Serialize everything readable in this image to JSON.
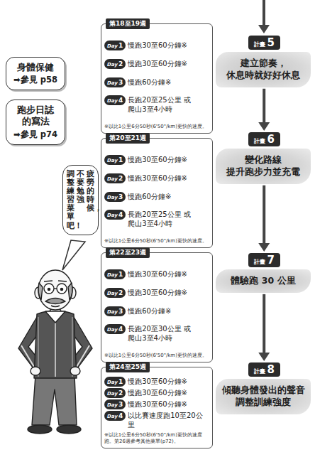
{
  "diagram": {
    "nodes": [
      {
        "text": [
          "身體保健",
          "➡參見 p58"
        ]
      },
      {
        "text": [
          "跑步日誌的寫法",
          "➡參見 p74"
        ]
      },
      {
        "text": [
          "第18至19週",
          "※以比1公里6分50秒(6'50\"/km)更快的速度。"
        ]
      },
      {
        "text": [
          "Day",
          "1",
          "慢跑30至60分鐘※"
        ],
        "in": 2
      },
      {
        "text": [
          "Day",
          "2",
          "慢跑30至60分鐘※"
        ],
        "in": 2
      },
      {
        "text": [
          "Day",
          "3",
          "慢跑60分鐘※"
        ],
        "in": 2
      },
      {
        "text": [
          "Day",
          "4",
          "長跑20至25公里 或 爬山3至4小時"
        ],
        "in": 2
      },
      {
        "text": [
          "第20至21週",
          "※以比1公里6分50秒(6'50\"/km)更快的速度。"
        ]
      },
      {
        "text": [
          "Day",
          "1",
          "慢跑30至60分鐘※"
        ],
        "in": 7
      },
      {
        "text": [
          "Day",
          "2",
          "慢跑30至60分鐘※"
        ],
        "in": 7
      },
      {
        "text": [
          "Day",
          "3",
          "慢跑60分鐘※"
        ],
        "in": 7
      },
      {
        "text": [
          "Day",
          "4",
          "長跑20至25公里 或 爬山3至4小時"
        ],
        "in": 7
      },
      {
        "text": [
          "第22至23週",
          "※以比1公里6分50秒(6'50\"/km)更快的速度。"
        ]
      },
      {
        "text": [
          "Day",
          "1",
          "慢跑30至60分鐘※"
        ],
        "in": 12
      },
      {
        "text": [
          "Day",
          "2",
          "慢跑30至60分鐘※"
        ],
        "in": 12
      },
      {
        "text": [
          "Day",
          "3",
          "慢跑60分鐘※"
        ],
        "in": 12
      },
      {
        "text": [
          "Day",
          "4",
          "長跑20至30公里 或 爬山3至4小時"
        ],
        "in": 12
      },
      {
        "text": [
          "第24至25週",
          "※以比1公里6分50秒(6'50\"/km)更快的速度跑。第26週參考其他菜單(p72)。"
        ]
      },
      {
        "text": [
          "Day",
          "1",
          "慢跑30至60分鐘※"
        ],
        "in": 17
      },
      {
        "text": [
          "Day",
          "2",
          "慢跑30至60分鐘※"
        ],
        "in": 17
      },
      {
        "text": [
          "Day",
          "3",
          "慢跑30至60分鐘※"
        ],
        "in": 17
      },
      {
        "text": [
          "Day",
          "4",
          "以比賽速度跑10至20公里"
        ],
        "in": 17
      },
      {
        "text": [
          "疲勞的時候，",
          "不要勉強，",
          "調整練習菜單吧！"
        ]
      },
      {
        "text": [
          "計畫",
          "5"
        ]
      },
      {
        "text": [
          "建立節奏，休息時就好好休息"
        ]
      },
      {
        "text": [
          "計畫",
          "6"
        ]
      },
      {
        "text": [
          "變化路線 提升跑步力並充電"
        ]
      },
      {
        "text": [
          "計畫",
          "7"
        ]
      },
      {
        "text": [
          "體驗跑 30 公里"
        ]
      },
      {
        "text": [
          "計畫",
          "8"
        ]
      },
      {
        "text": [
          "傾聽身體發出的聲音 調整訓練強度"
        ]
      }
    ],
    "edges": [
      {
        "from": 24,
        "to": 25,
        "arrow": "to"
      },
      {
        "from": 26,
        "to": 27,
        "arrow": "to"
      },
      {
        "from": 28,
        "to": 29,
        "arrow": "to"
      }
    ]
  }
}
